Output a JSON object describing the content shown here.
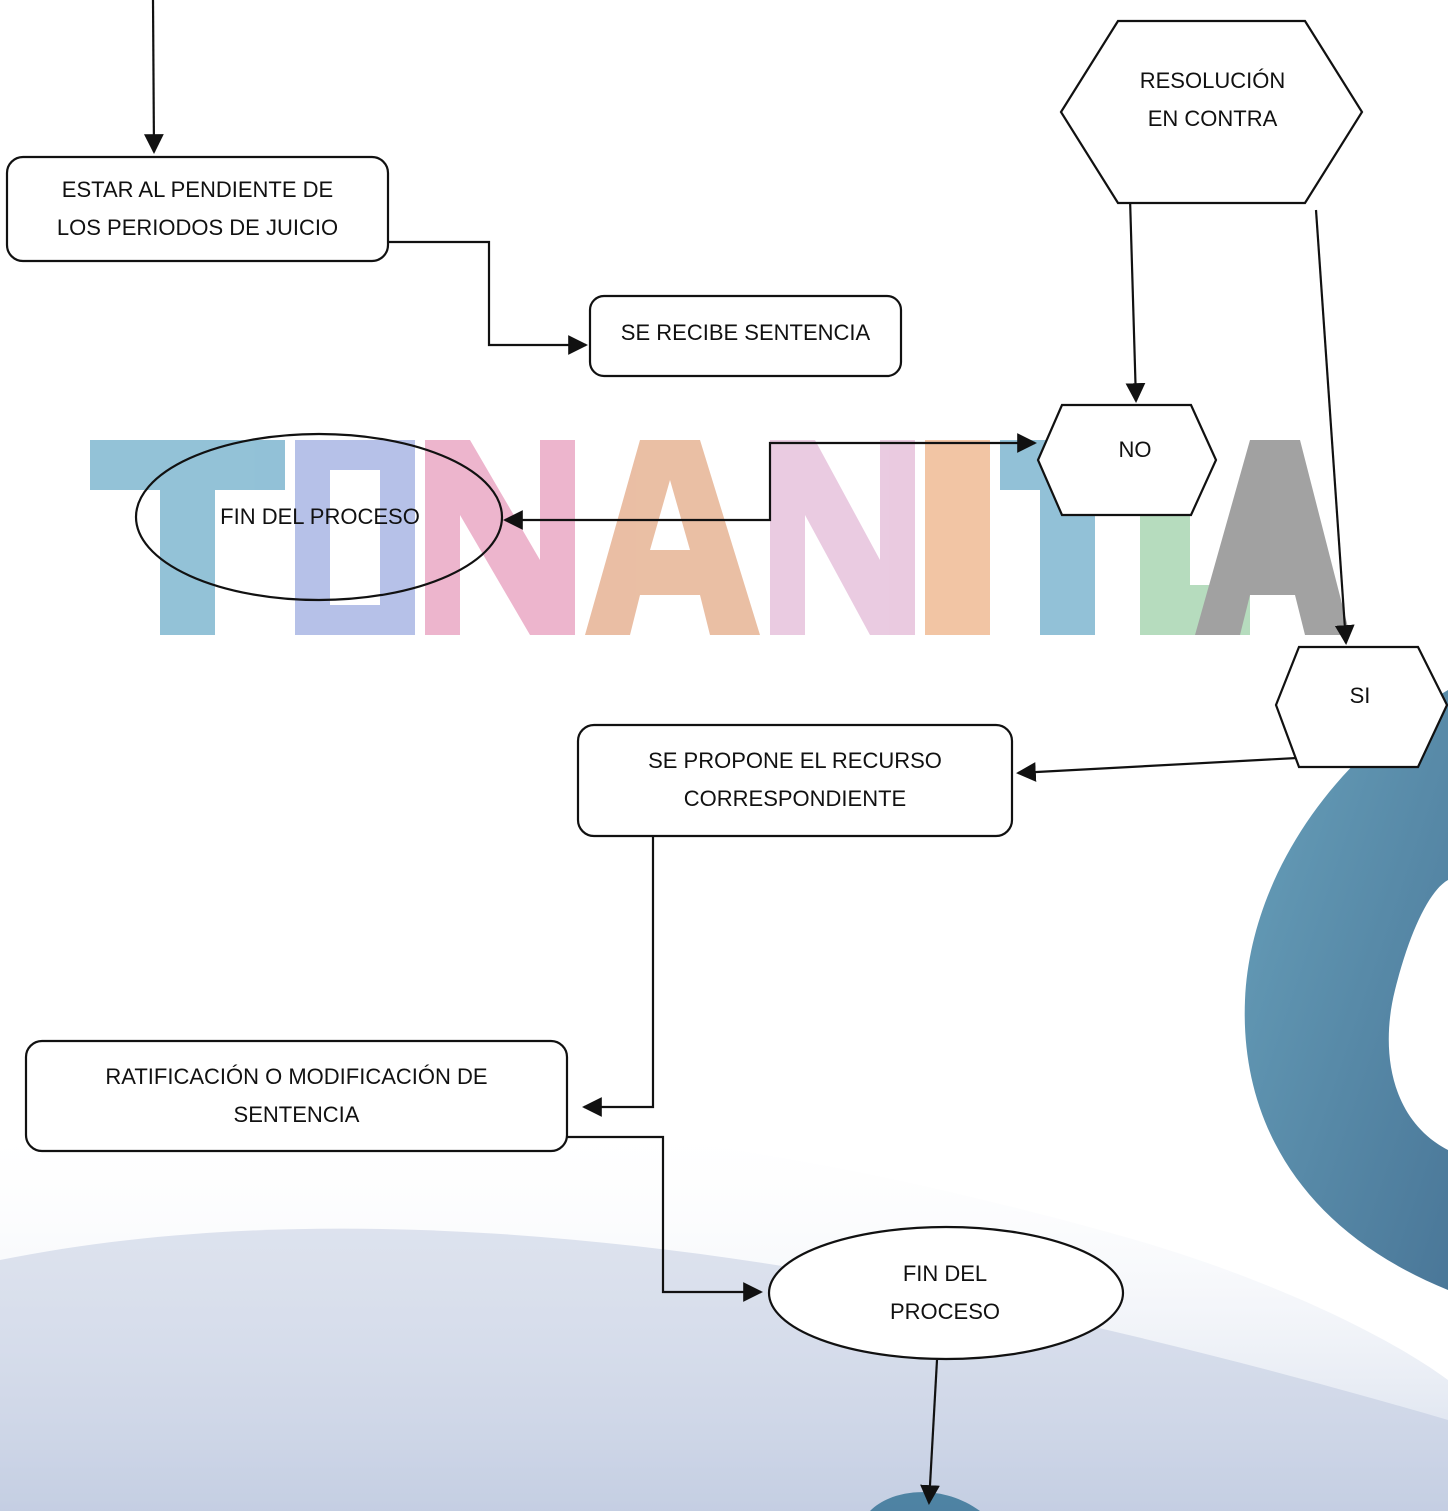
{
  "watermark": {
    "word": "TONANITLA"
  },
  "nodes": {
    "estar": {
      "line1": "ESTAR AL PENDIENTE DE",
      "line2": "LOS PERIODOS DE JUICIO"
    },
    "recibe": {
      "text": "SE RECIBE SENTENCIA"
    },
    "resolucion": {
      "line1": "RESOLUCIÓN",
      "line2": "EN CONTRA"
    },
    "no": {
      "text": "NO"
    },
    "fin1": {
      "text": "FIN DEL PROCESO"
    },
    "si": {
      "text": "SI"
    },
    "propone": {
      "line1": "SE PROPONE EL RECURSO",
      "line2": "CORRESPONDIENTE"
    },
    "ratificacion": {
      "line1": "RATIFICACIÓN O MODIFICACIÓN DE",
      "line2": "SENTENCIA"
    },
    "fin2": {
      "line1": "FIN DEL",
      "line2": "PROCESO"
    }
  },
  "colors": {
    "stroke": "#111111",
    "watermark": [
      "#3a8fb7",
      "#7b8fd6",
      "#e07aa6",
      "#d98a5a",
      "#d9a0c8",
      "#e8965a",
      "#3a8fb7",
      "#7cc08a",
      "#555555"
    ],
    "swoosh": "#2f6f92"
  }
}
